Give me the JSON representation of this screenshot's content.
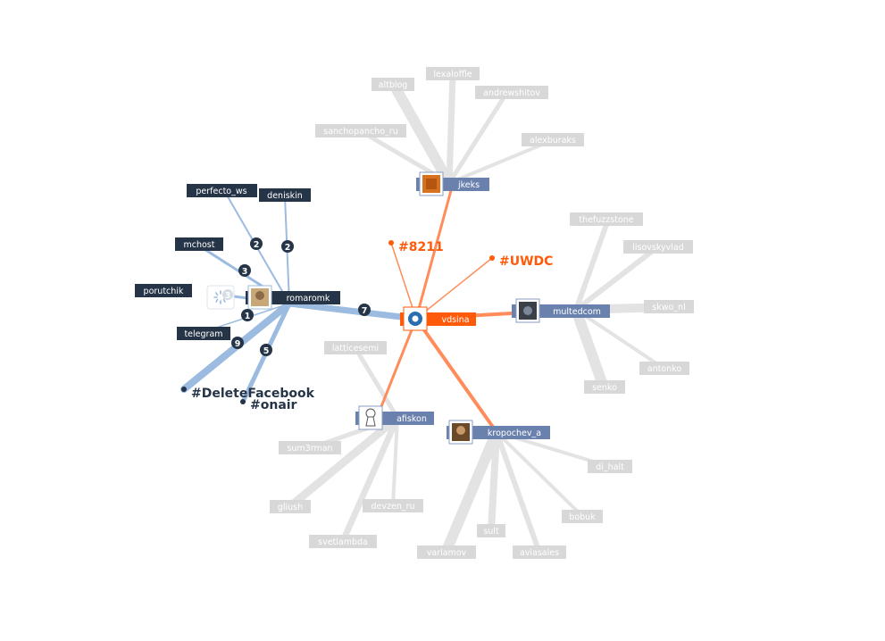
{
  "center": "vdsina",
  "colors": {
    "center": "#ff5a0a",
    "orange_link": "#ff8c5a",
    "hub": "#6a80ad",
    "leaf_bg": "#d8d8d8",
    "leaf_edge": "#e3e3e3",
    "blue_dark": "#253446",
    "blue_link": "#9bbbe0"
  },
  "hubs": [
    "jkeks",
    "multedcom",
    "kropochev_a",
    "afiskon"
  ],
  "orange_tags": [
    "#8211",
    "#UWDC"
  ],
  "leaves": {
    "jkeks": [
      "altblog",
      "lexaloffle",
      "andrewshitov",
      "sanchopancho_ru",
      "alexburaks"
    ],
    "multedcom": [
      "thefuzzstone",
      "lisovskyvlad",
      "skwo_nl",
      "antonko",
      "senko"
    ],
    "kropochev_a": [
      "di_halt",
      "bobuk",
      "aviasales",
      "sult",
      "varlamov"
    ],
    "afiskon": [
      "latticesemi",
      "sum3rman",
      "gliush",
      "devzen_ru",
      "svetlambda"
    ]
  },
  "romaromk": {
    "name": "romaromk",
    "link_count": "7",
    "users": [
      {
        "name": "perfecto_ws",
        "count": "2"
      },
      {
        "name": "deniskin",
        "count": "2"
      },
      {
        "name": "mchost",
        "count": "3"
      },
      {
        "name": "porutchik",
        "count": "3"
      },
      {
        "name": "telegram",
        "count": "1"
      }
    ],
    "tags": [
      {
        "name": "#DeleteFacebook",
        "count": "9"
      },
      {
        "name": "#onair",
        "count": "5"
      }
    ]
  }
}
